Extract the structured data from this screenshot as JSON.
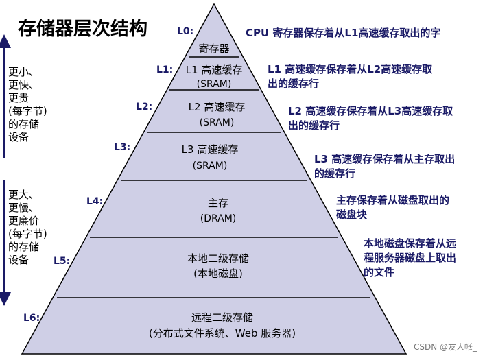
{
  "title": "存储器层次结构",
  "side_labels": {
    "top": [
      "更小、",
      "更快、",
      "更贵",
      "(每字节)",
      "的存储",
      "设备"
    ],
    "bottom": [
      "更大、",
      "更慢、",
      "更廉价",
      "(每字节)",
      "的存储",
      "设备"
    ]
  },
  "levels": [
    {
      "label": "L0:",
      "lines": [
        "寄存器"
      ],
      "description": [
        "CPU 寄存器保存着从L1高速缓存取出的字"
      ]
    },
    {
      "label": "L1:",
      "lines": [
        "L1 高速缓存",
        "(SRAM)"
      ],
      "description": [
        "L1 高速缓存保存着从L2高速缓存取",
        "出的缓存行"
      ]
    },
    {
      "label": "L2:",
      "lines": [
        "L2 高速缓存",
        "(SRAM)"
      ],
      "description": [
        "L2 高速缓存保存着从L3高速缓存取",
        "出的缓存行"
      ]
    },
    {
      "label": "L3:",
      "lines": [
        "L3 高速缓存",
        "(SRAM)"
      ],
      "description": [
        "L3 高速缓存保存着从主存取出",
        "的缓存行"
      ]
    },
    {
      "label": "L4:",
      "lines": [
        "主存",
        "(DRAM)"
      ],
      "description": [
        "主存保存着从磁盘取出的",
        "磁盘块"
      ]
    },
    {
      "label": "L5:",
      "lines": [
        "本地二级存储",
        "(本地磁盘)"
      ],
      "description": [
        "本地磁盘保存着从远",
        "程服务器磁盘上取出",
        "的文件"
      ]
    },
    {
      "label": "L6:",
      "lines": [
        "远程二级存储",
        "(分布式文件系统、Web 服务器)"
      ],
      "description": []
    }
  ],
  "watermark": "CSDN @友人帐_",
  "colors": {
    "pyramid_fill": "#cfcfe6",
    "pyramid_stroke": "#000000",
    "arrow": "#1a1a66",
    "label_text": "#1a1a66"
  }
}
